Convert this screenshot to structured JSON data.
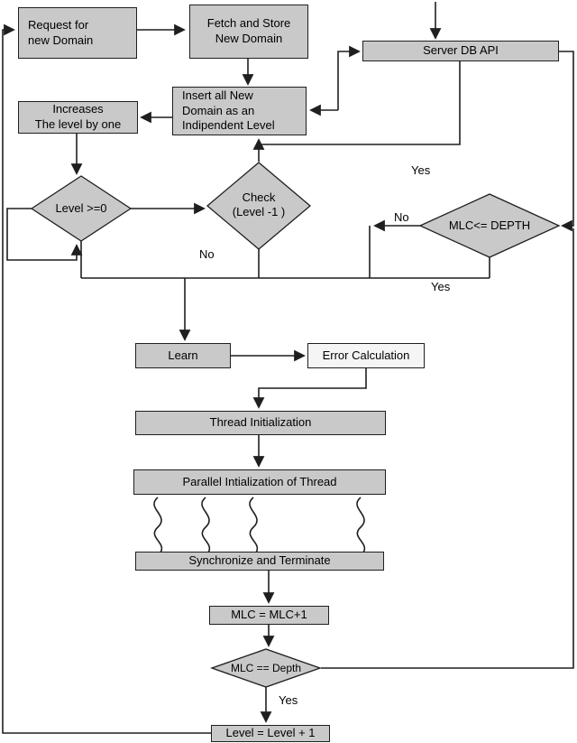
{
  "colors": {
    "background": "#ffffff",
    "node_fill": "#c9c9c9",
    "error_fill": "#f5f5f5",
    "line": "#1f1f1f",
    "text": "#000000"
  },
  "nodes": {
    "request": "Request for\nnew Domain",
    "fetch": "Fetch and Store\nNew Domain",
    "server": "Server DB API",
    "insert": "Insert all New\nDomain as an\nIndipendent Level",
    "increase": "Increases\nThe level by one",
    "level_check": "Level >=0",
    "check_level": "Check\n(Level -1 )",
    "mlc_depth": "MLC<= DEPTH",
    "learn": "Learn",
    "error_calc": "Error Calculation",
    "thread_init": "Thread Initialization",
    "parallel_init": "Parallel Intialization of Thread",
    "sync_terminate": "Synchronize and Terminate",
    "mlc_increment": "MLC = MLC+1",
    "mlc_equals": "MLC == Depth",
    "level_increment": "Level = Level + 1"
  },
  "edge_labels": {
    "yes_top_right": "Yes",
    "no_mlc": "No",
    "no_check": "No",
    "yes_mlc_bottom": "Yes",
    "yes_mlc_eq": "Yes"
  }
}
